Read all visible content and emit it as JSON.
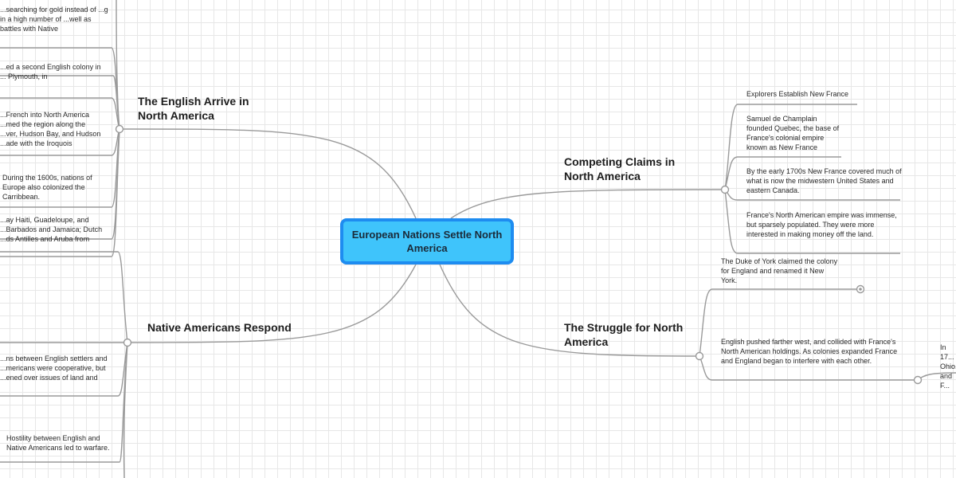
{
  "central_topic": "European Nations Settle North America",
  "branches": {
    "english": {
      "title": "The English Arrive in North America",
      "items": [
        "...searching for gold instead of ...g in a high number of ...well as battles with Native",
        "...ed a second English colony in ... Plymouth, in",
        "...French into North America ...med the region along the ...ver, Hudson Bay, and Hudson ...ade with the Iroquois",
        "During the 1600s, nations of Europe also colonized the Carribbean.",
        "...ay Haiti, Guadeloupe, and ...Barbados and Jamaica; Dutch ...ds Antilles and Aruba from"
      ]
    },
    "native": {
      "title": "Native Americans Respond",
      "items": [
        "...ns between English settlers and ...mericans were cooperative, but ...ened over issues of land and",
        "Hostility between English and Native Americans led to warfare."
      ]
    },
    "claims": {
      "title": "Competing Claims in North America",
      "items": [
        "Explorers Establish New France",
        "Samuel de Champlain founded Quebec, the base of France's colonial empire known as New France",
        "By the early 1700s New France covered much of what is now the midwestern United States and eastern Canada.",
        "France's North American empire was immense, but sparsely populated. They were more interested in making money off the land."
      ]
    },
    "struggle": {
      "title": "The Struggle for North America",
      "items": [
        "The Duke of York claimed the colony for England and renamed it New York.",
        "English pushed farther west, and collided with France's North American holdings. As colonies expanded France and England began to interfere with each other.",
        "In 17... Ohio... and F..."
      ]
    }
  }
}
